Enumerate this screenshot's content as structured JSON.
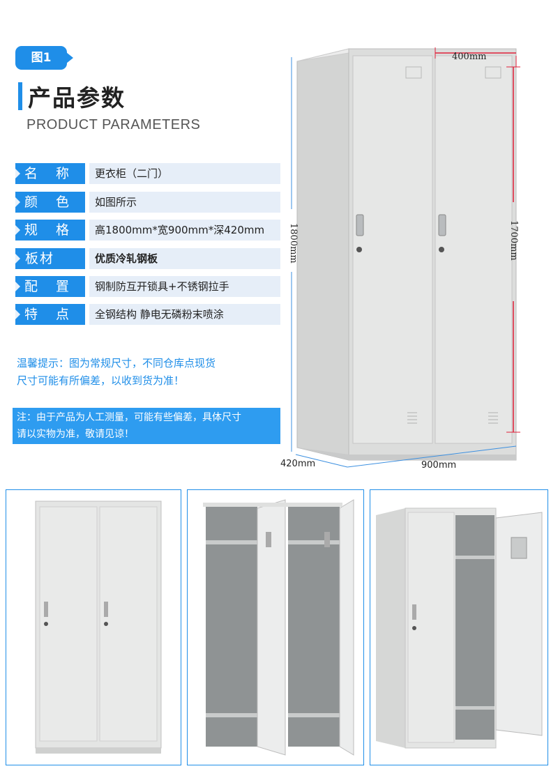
{
  "header": {
    "fig_label": "图1",
    "title_cn": "产品参数",
    "title_en": "PRODUCT PARAMETERS"
  },
  "specs": [
    {
      "label": "名 称",
      "value": "更衣柜（二门）"
    },
    {
      "label": "颜 色",
      "value": "如图所示"
    },
    {
      "label": "规 格",
      "value": "高1800mm*宽900mm*深420mm"
    },
    {
      "label": "板材",
      "value": "优质冷轧钢板"
    },
    {
      "label": "配 置",
      "value": "钢制防互开锁具+不锈钢拉手"
    },
    {
      "label": "特 点",
      "value": "全钢结构 静电无磷粉末喷涂"
    }
  ],
  "tip": {
    "line1": "温馨提示：图为常规尺寸，不同仓库点现货",
    "line2": "尺寸可能有所偏差，以收到货为准！"
  },
  "note": {
    "line1": "注：由于产品为人工测量，可能有些偏差，具体尺寸",
    "line2": "请以实物为准，敬请见谅！"
  },
  "dimensions": {
    "top": "400mm",
    "height_total": "1800mm",
    "height_door": "1700mm",
    "depth": "420mm",
    "width": "900mm"
  },
  "colors": {
    "accent": "#1f8ee8",
    "row_bg": "#e6eef8",
    "cabinet": "#e4e5e4",
    "measure_red": "#e0203a"
  }
}
